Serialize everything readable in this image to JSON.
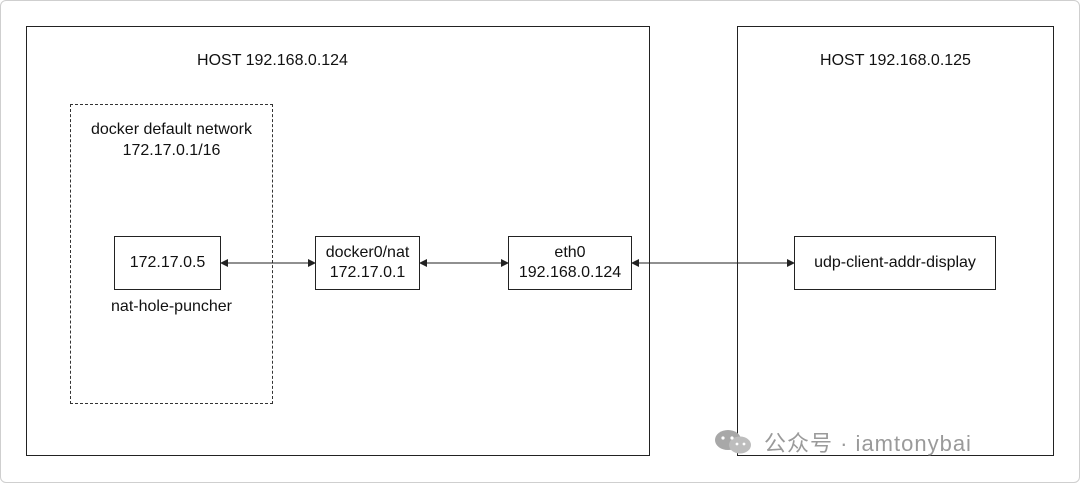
{
  "hosts": [
    {
      "title": "HOST 192.168.0.124"
    },
    {
      "title": "HOST 192.168.0.125"
    }
  ],
  "network": {
    "line1": "docker default network",
    "line2": "172.17.0.1/16"
  },
  "nodes": {
    "container": {
      "ip": "172.17.0.5",
      "caption": "nat-hole-puncher"
    },
    "docker0": {
      "line1": "docker0/nat",
      "line2": "172.17.0.1"
    },
    "eth0": {
      "line1": "eth0",
      "line2": "192.168.0.124"
    },
    "client": {
      "label": "udp-client-addr-display"
    }
  },
  "watermark": {
    "text": "公众号 · iamtonybai",
    "icon": "wechat-icon"
  },
  "colors": {
    "stroke": "#222222",
    "watermark": "#9a9a9a"
  }
}
